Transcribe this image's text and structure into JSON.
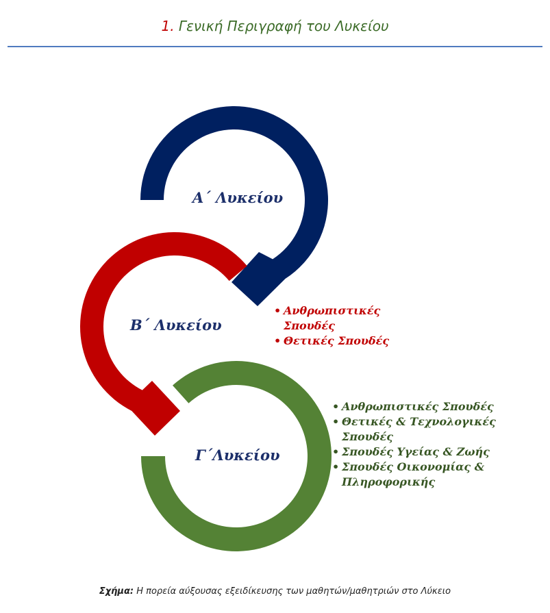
{
  "header": {
    "number": "1.",
    "title": "Γενική Περιγραφή του Λυκείου"
  },
  "colors": {
    "title_number": "#c00000",
    "title_text": "#3b6b27",
    "rule": "#4f7bbf",
    "arc_a": "#002060",
    "arc_b": "#c00000",
    "arc_c": "#548235",
    "stage_label": "#1c2f6a",
    "list_b": "#c00000",
    "list_c": "#375623"
  },
  "stages": [
    {
      "id": "a",
      "label": "Α΄ Λυκείου",
      "items": []
    },
    {
      "id": "b",
      "label": "Β΄ Λυκείου",
      "items": [
        "Ανθρωπιστικές Σπουδές",
        "Θετικές Σπουδές"
      ]
    },
    {
      "id": "c",
      "label": "Γ΄Λυκείου",
      "items": [
        "Ανθρωπιστικές Σπουδές",
        "Θετικές & Τεχνολογικές Σπουδές",
        "Σπουδές Υγείας & Ζωής",
        "Σπουδές Οικονομίας & Πληροφορικής"
      ]
    }
  ],
  "caption": {
    "prefix": "Σχήμα:",
    "text": " Η πορεία αύξουσας εξειδίκευσης των μαθητών/μαθητριών στο Λύκειο"
  }
}
